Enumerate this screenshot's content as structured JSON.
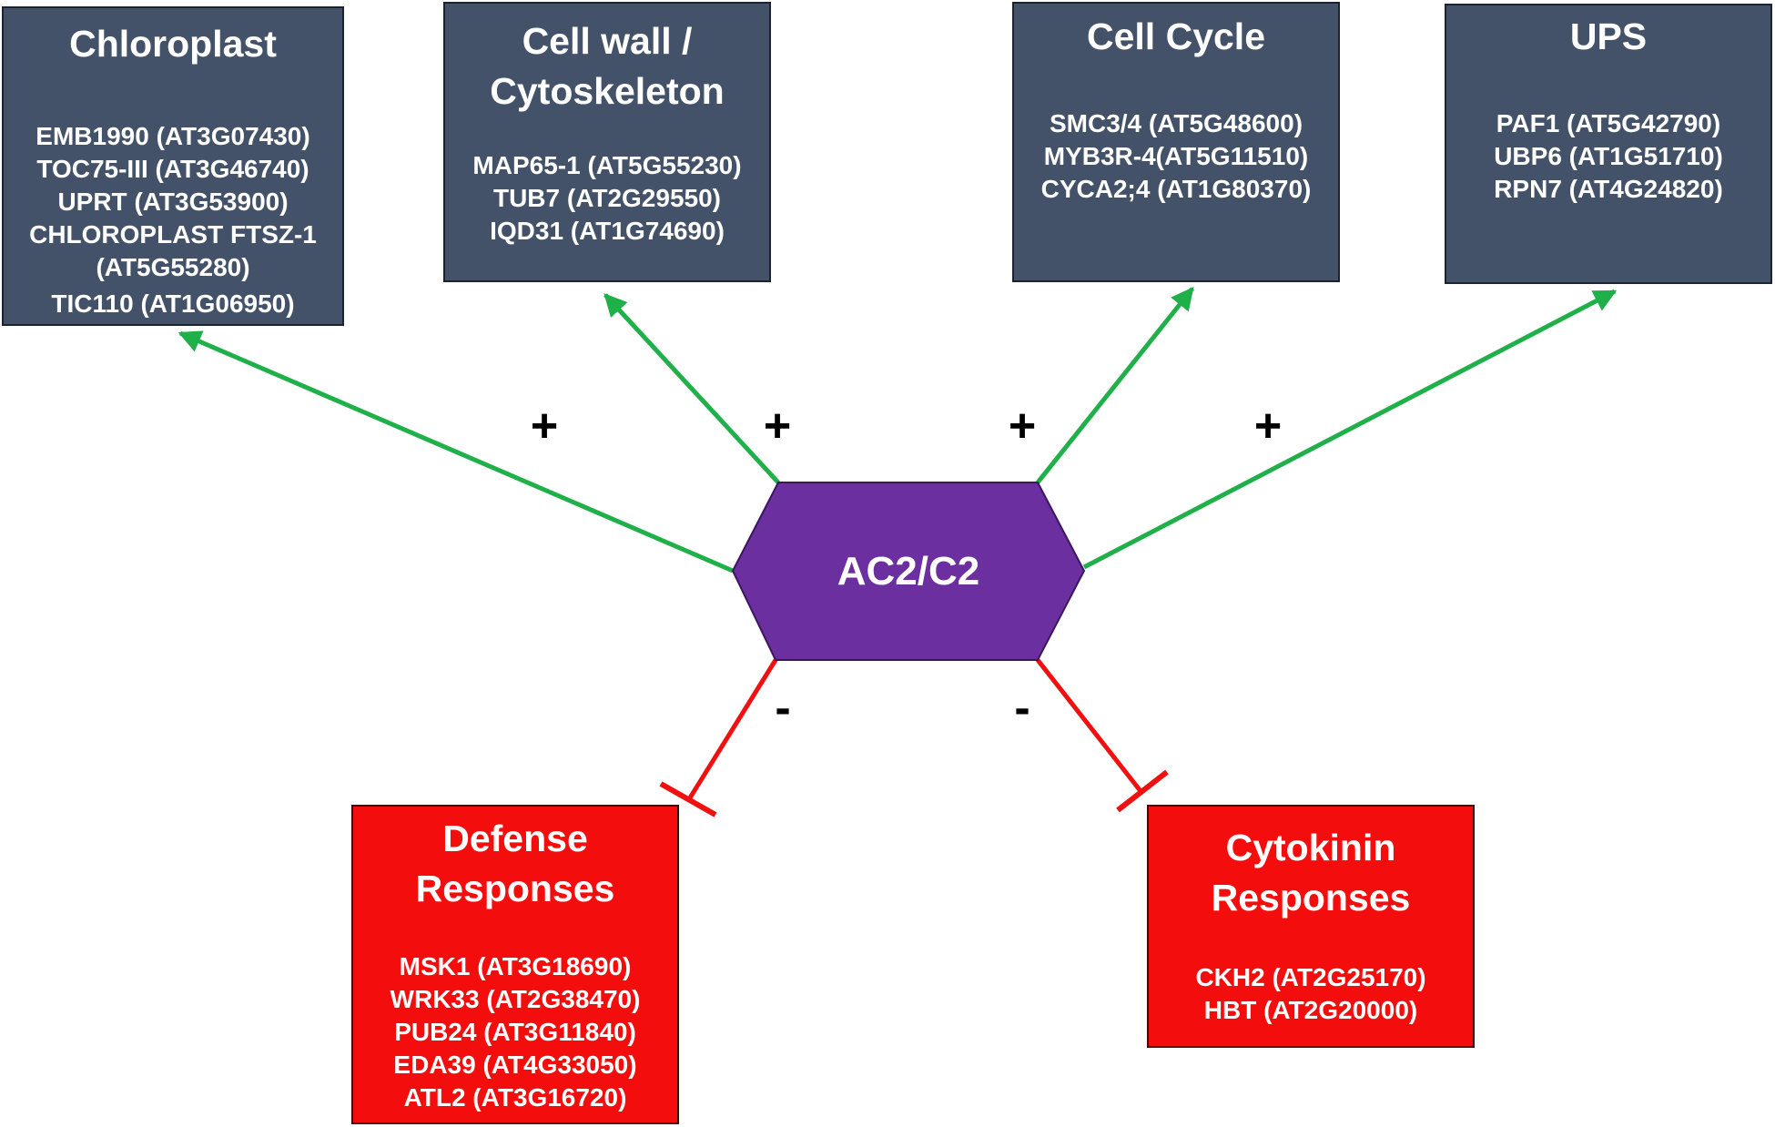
{
  "center": {
    "label": "AC2/C2",
    "color": "#6b2fa0"
  },
  "colors": {
    "activation_arrow": "#1fb04a",
    "inhibition_line": "#f01010",
    "upregulated_box": "#435268",
    "downregulated_box": "#f40d0d"
  },
  "upregulated": [
    {
      "title": [
        "Chloroplast"
      ],
      "genes": [
        "EMB1990 (AT3G07430)",
        "TOC75-III (AT3G46740)",
        "UPRT (AT3G53900)",
        "CHLOROPLAST FTSZ-1",
        "(AT5G55280)",
        "TIC110 (AT1G06950)"
      ],
      "sign": "+"
    },
    {
      "title": [
        "Cell wall /",
        "Cytoskeleton"
      ],
      "genes": [
        "MAP65-1 (AT5G55230)",
        "TUB7 (AT2G29550)",
        "IQD31 (AT1G74690)"
      ],
      "sign": "+"
    },
    {
      "title": [
        "Cell Cycle"
      ],
      "genes": [
        "SMC3/4 (AT5G48600)",
        "MYB3R-4(AT5G11510)",
        "CYCA2;4 (AT1G80370)"
      ],
      "sign": "+"
    },
    {
      "title": [
        "UPS"
      ],
      "genes": [
        "PAF1 (AT5G42790)",
        "UBP6 (AT1G51710)",
        "RPN7 (AT4G24820)"
      ],
      "sign": "+"
    }
  ],
  "downregulated": [
    {
      "title": [
        "Defense",
        "Responses"
      ],
      "genes": [
        "MSK1 (AT3G18690)",
        "WRK33 (AT2G38470)",
        "PUB24 (AT3G11840)",
        "EDA39 (AT4G33050)",
        "ATL2 (AT3G16720)"
      ],
      "sign": "-"
    },
    {
      "title": [
        "Cytokinin",
        "Responses"
      ],
      "genes": [
        "CKH2 (AT2G25170)",
        "HBT (AT2G20000)"
      ],
      "sign": "-"
    }
  ]
}
